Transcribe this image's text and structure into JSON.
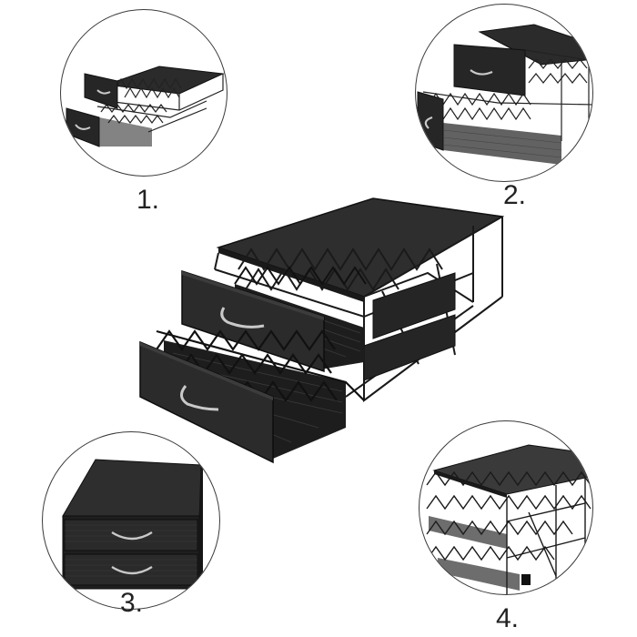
{
  "steps": [
    {
      "label": "1."
    },
    {
      "label": "2."
    },
    {
      "label": "3."
    },
    {
      "label": "4."
    }
  ],
  "colors": {
    "frame": "#1a1a1a",
    "panel": "#2b2b2b",
    "panel_light": "#3c3c3c",
    "handle": "#c9c9c9",
    "outline": "#3a3a3a"
  },
  "icons": {
    "product": "drawer-organizer-photo",
    "handle": "drawer-handle-icon"
  }
}
